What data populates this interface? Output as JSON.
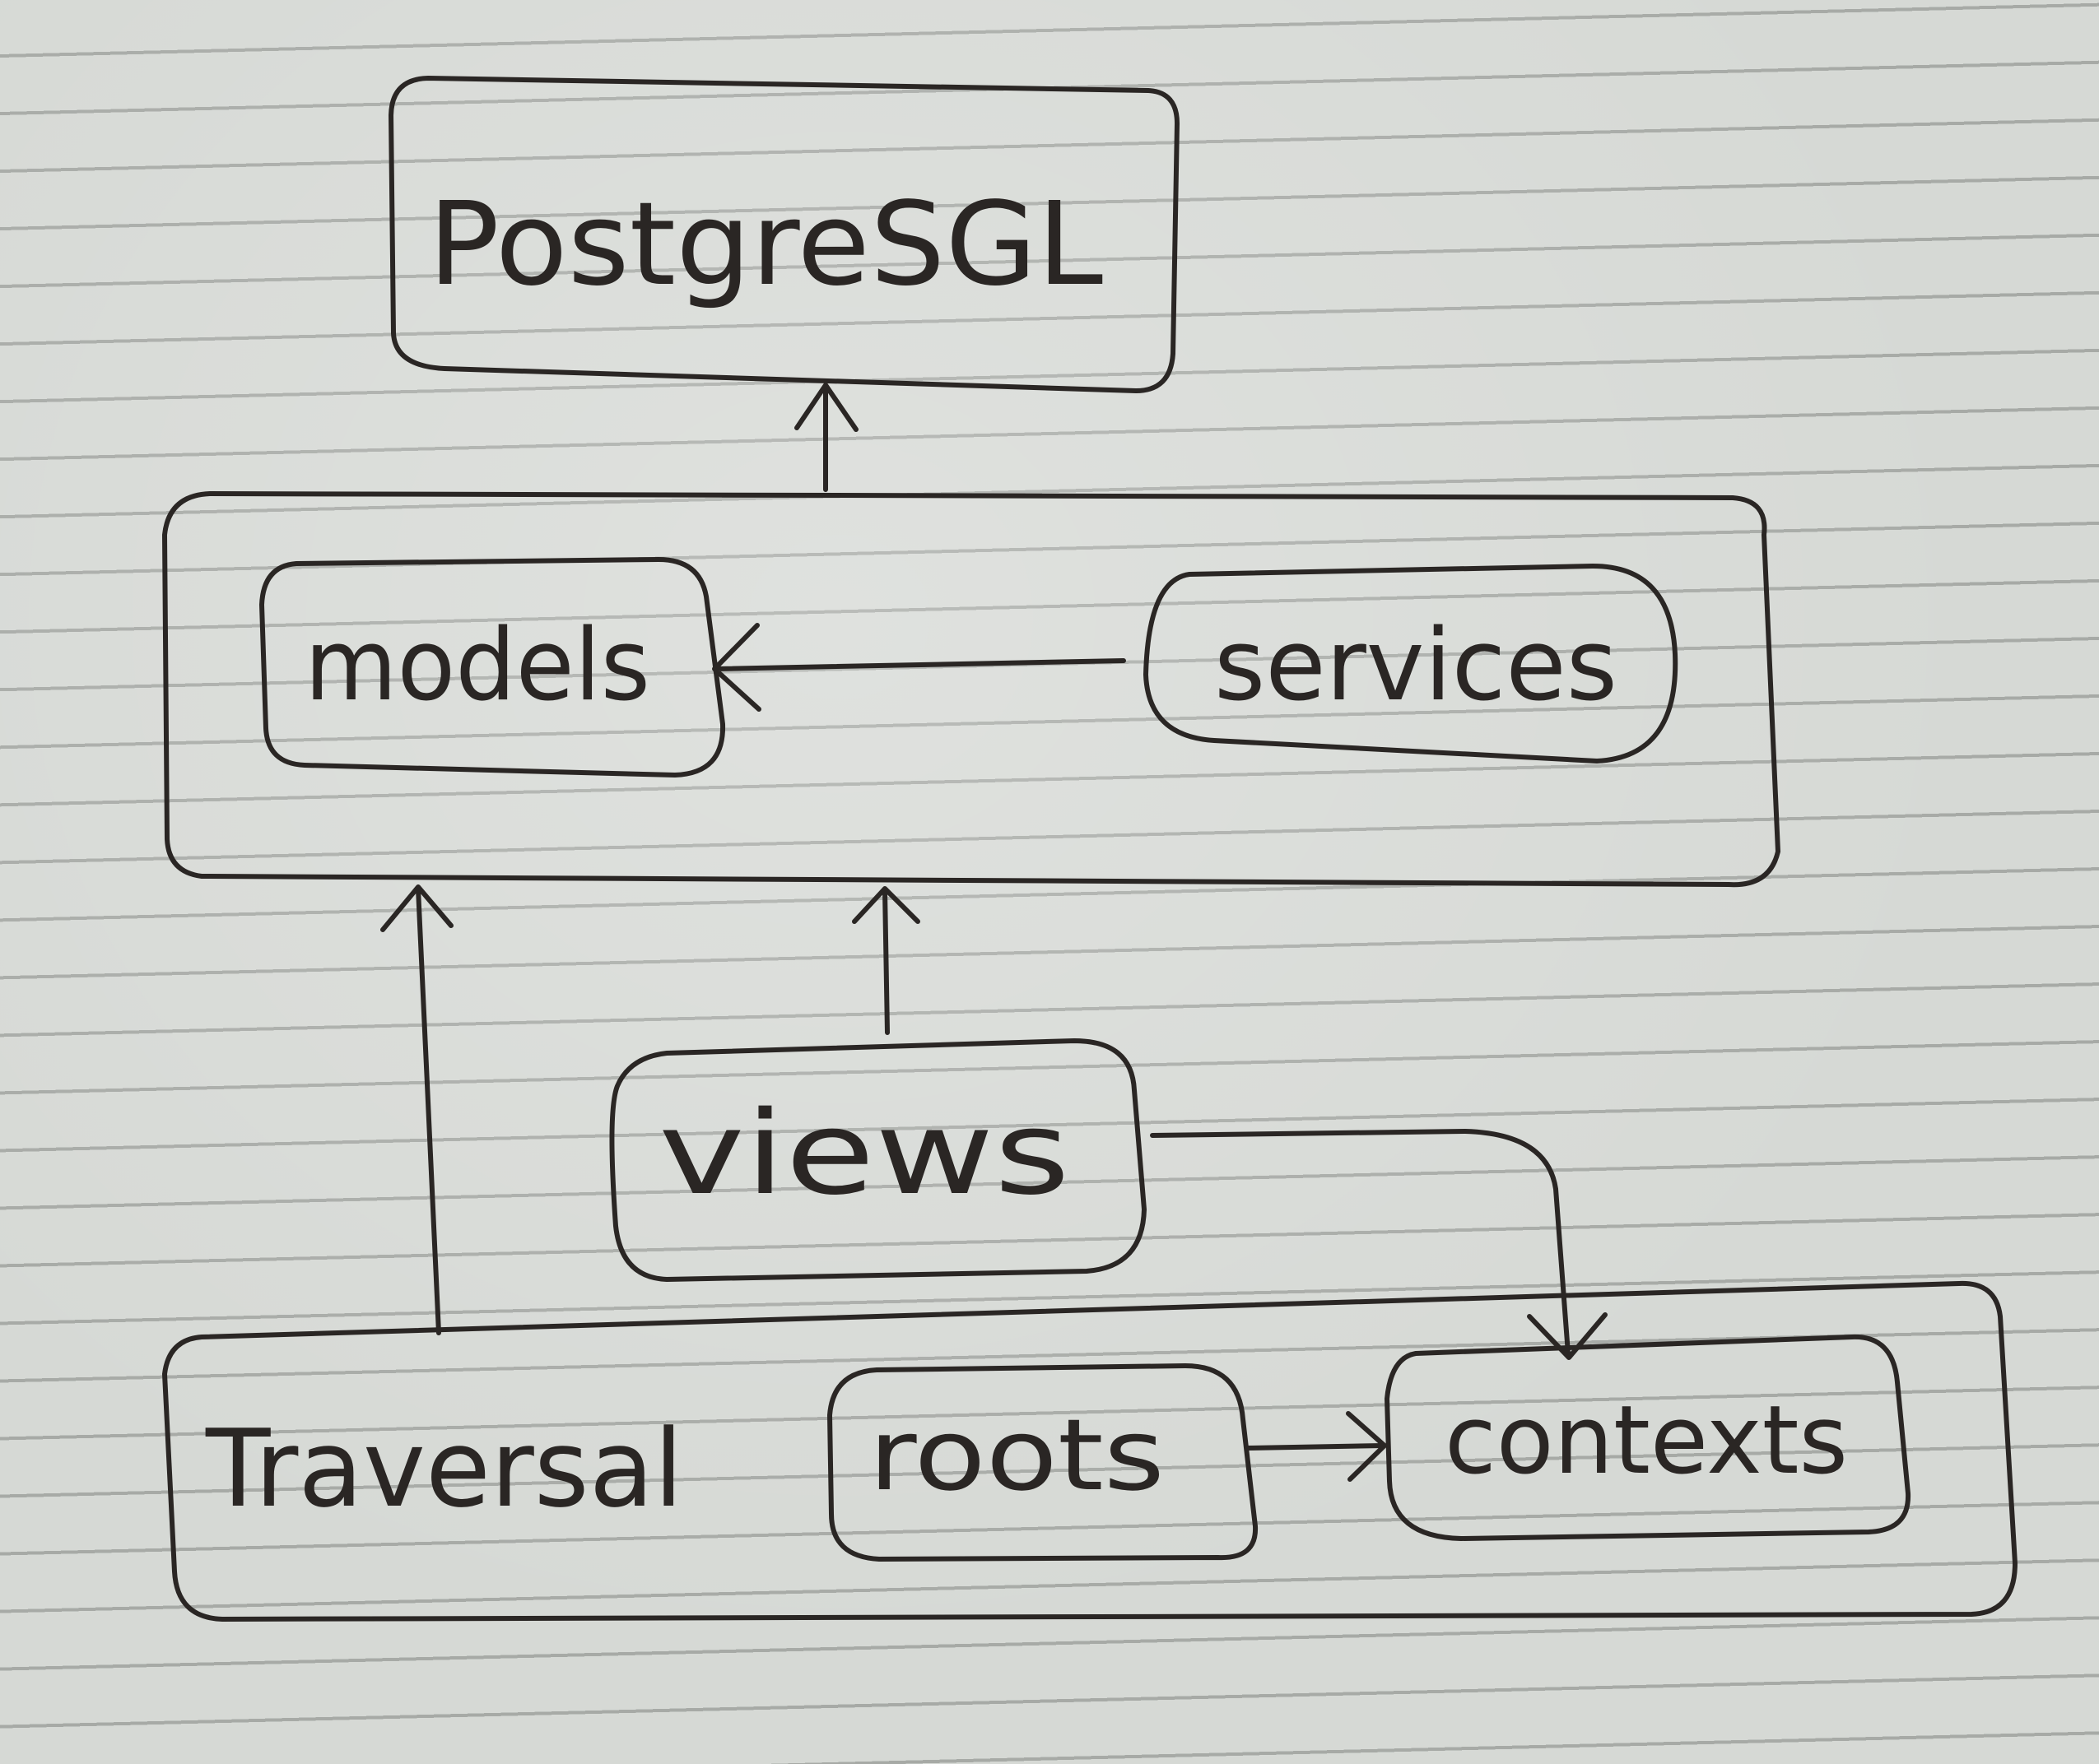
{
  "diagram": {
    "nodes": {
      "postgresql": "PostgreSGL",
      "models": "models",
      "services": "services",
      "views": "views",
      "traversal": "Traversal",
      "roots": "roots",
      "contexts": "contexts"
    },
    "edges": [
      {
        "from": "app-layer",
        "to": "postgresql"
      },
      {
        "from": "services",
        "to": "models"
      },
      {
        "from": "views",
        "to": "app-layer"
      },
      {
        "from": "traversal",
        "to": "app-layer"
      },
      {
        "from": "views",
        "to": "contexts"
      },
      {
        "from": "roots",
        "to": "contexts"
      }
    ]
  }
}
